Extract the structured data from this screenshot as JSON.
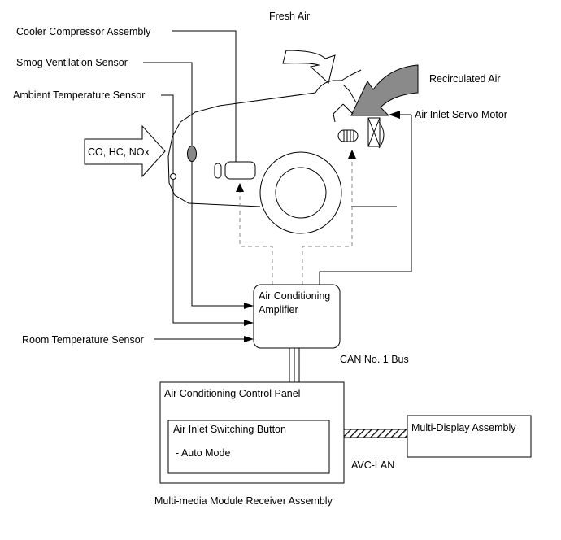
{
  "labels": {
    "fresh_air": "Fresh Air",
    "cooler_compressor": "Cooler Compressor Assembly",
    "smog_sensor": "Smog Ventilation Sensor",
    "ambient_sensor": "Ambient Temperature Sensor",
    "recirculated_air": "Recirculated Air",
    "servo_motor": "Air Inlet Servo Motor",
    "pollutants": "CO, HC, NOx",
    "room_sensor": "Room Temperature Sensor",
    "can_bus": "CAN No. 1 Bus",
    "avc_lan": "AVC-LAN",
    "receiver_assembly": "Multi-media Module Receiver Assembly"
  },
  "amplifier": {
    "line1": "Air Conditioning",
    "line2": "Amplifier"
  },
  "control_panel": {
    "title": "Air Conditioning Control Panel",
    "button_title": "Air Inlet Switching Button",
    "button_mode": "- Auto Mode"
  },
  "multi_display": {
    "label": "Multi-Display Assembly"
  },
  "colors": {
    "line": "#000000",
    "dashed": "#888888",
    "recirc_arrow": "#8a8a8a",
    "background": "#ffffff"
  }
}
